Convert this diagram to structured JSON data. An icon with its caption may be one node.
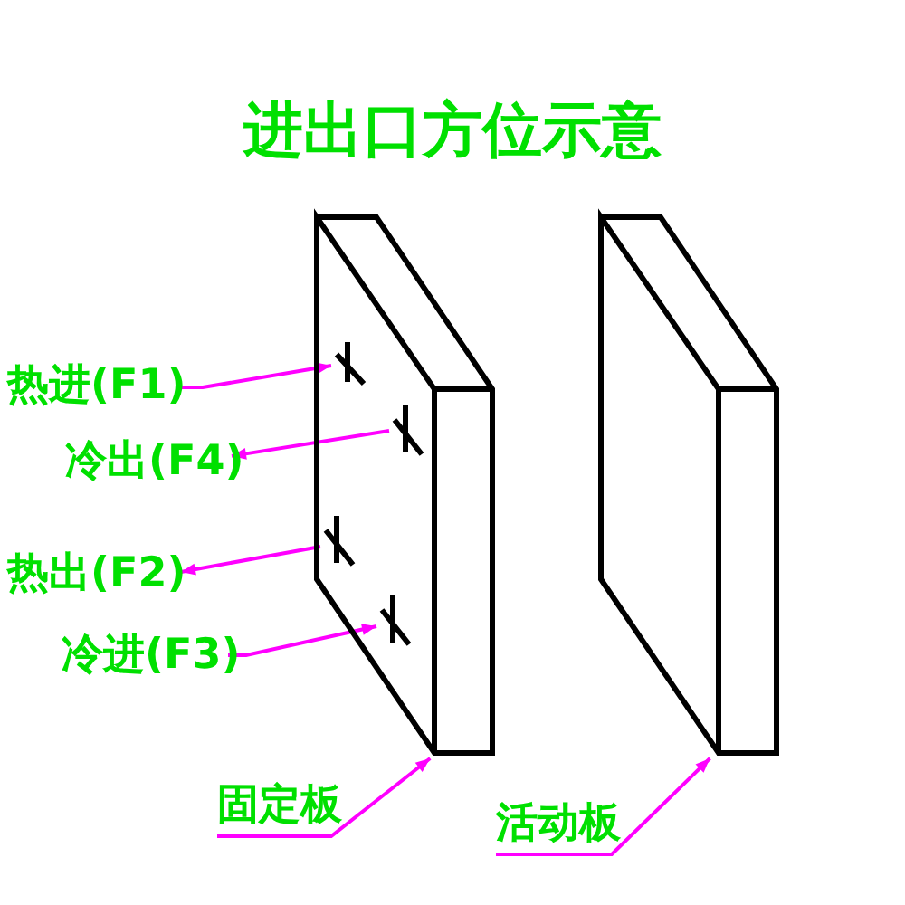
{
  "diagram": {
    "title": "进出口方位示意",
    "nodes": [
      {
        "text": [],
        "shape": "box"
      },
      {
        "text": [],
        "shape": "cross",
        "in": 0
      },
      {
        "text": [],
        "shape": "cross",
        "in": 0
      },
      {
        "text": [],
        "shape": "cross",
        "in": 0
      },
      {
        "text": [],
        "shape": "cross",
        "in": 0
      },
      {
        "text": [],
        "shape": "box"
      },
      {
        "text": [
          "热进(F1)"
        ]
      },
      {
        "text": [
          "冷出(F4)"
        ]
      },
      {
        "text": [
          "热出(F2)"
        ]
      },
      {
        "text": [
          "冷进(F3)"
        ]
      },
      {
        "text": [
          "固定板"
        ]
      },
      {
        "text": [
          "活动板"
        ]
      }
    ],
    "edges": [
      {
        "from": 6,
        "to": 1,
        "arrow": "to"
      },
      {
        "from": 2,
        "to": 7,
        "arrow": "to"
      },
      {
        "from": 3,
        "to": 8,
        "arrow": "to"
      },
      {
        "from": 9,
        "to": 4,
        "arrow": "to"
      },
      {
        "from": 10,
        "to": 0,
        "arrow": "to"
      },
      {
        "from": 11,
        "to": 5,
        "arrow": "to"
      }
    ]
  }
}
